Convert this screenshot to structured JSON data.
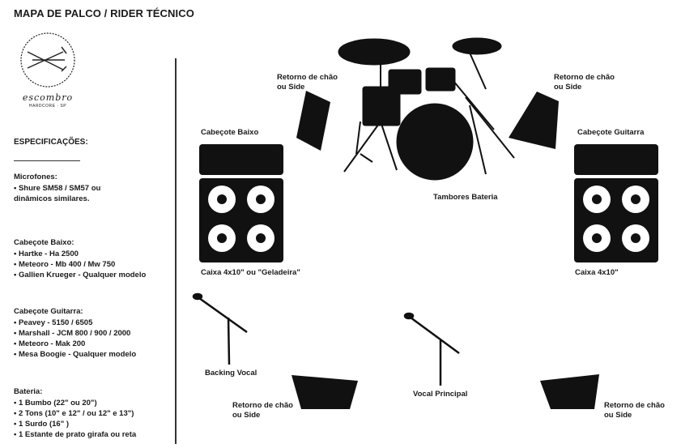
{
  "title": "MAPA DE PALCO / RIDER TÉCNICO",
  "logo": {
    "name": "escombro",
    "sub": "HARDCORE · SP"
  },
  "specs": {
    "heading": "ESPECIFICAÇÕES:",
    "sections": [
      {
        "title": "Microfones:",
        "items": [
          "Shure SM58 / SM57 ou",
          "dinâmicos similares."
        ],
        "no_bullet": [
          false,
          true
        ]
      },
      {
        "title": "Cabeçote Baixo:",
        "items": [
          "Hartke - Ha 2500",
          "Meteoro - Mb 400 / Mw 750",
          "Gallien Krueger - Qualquer modelo"
        ]
      },
      {
        "title": "Cabeçote Guitarra:",
        "items": [
          "Peavey - 5150 / 6505",
          "Marshall - JCM 800 / 900 / 2000",
          "Meteoro - Mak 200",
          "Mesa Boogie - Qualquer modelo"
        ]
      },
      {
        "title": "Bateria:",
        "items": [
          "1 Bumbo (22\" ou 20\")",
          "2 Tons (10\" e 12\" / ou 12\" e 13\")",
          "1 Surdo (16\" )",
          "1 Estante de prato girafa ou reta"
        ]
      }
    ]
  },
  "stage": {
    "monitor_top_left": "Retorno de chão\nou Side",
    "monitor_top_right": "Retorno de chão\nou Side",
    "bass_head": "Cabeçote Baixo",
    "bass_cab": "Caixa 4x10\" ou \"Geladeira\"",
    "guitar_head": "Cabeçote Guitarra",
    "guitar_cab": "Caixa 4x10\"",
    "drums": "Tambores Bateria",
    "backing_vocal": "Backing Vocal",
    "lead_vocal": "Vocal Principal",
    "monitor_bottom_left": "Retorno de chão\nou Side",
    "monitor_bottom_right": "Retorno de chão\nou Side"
  }
}
